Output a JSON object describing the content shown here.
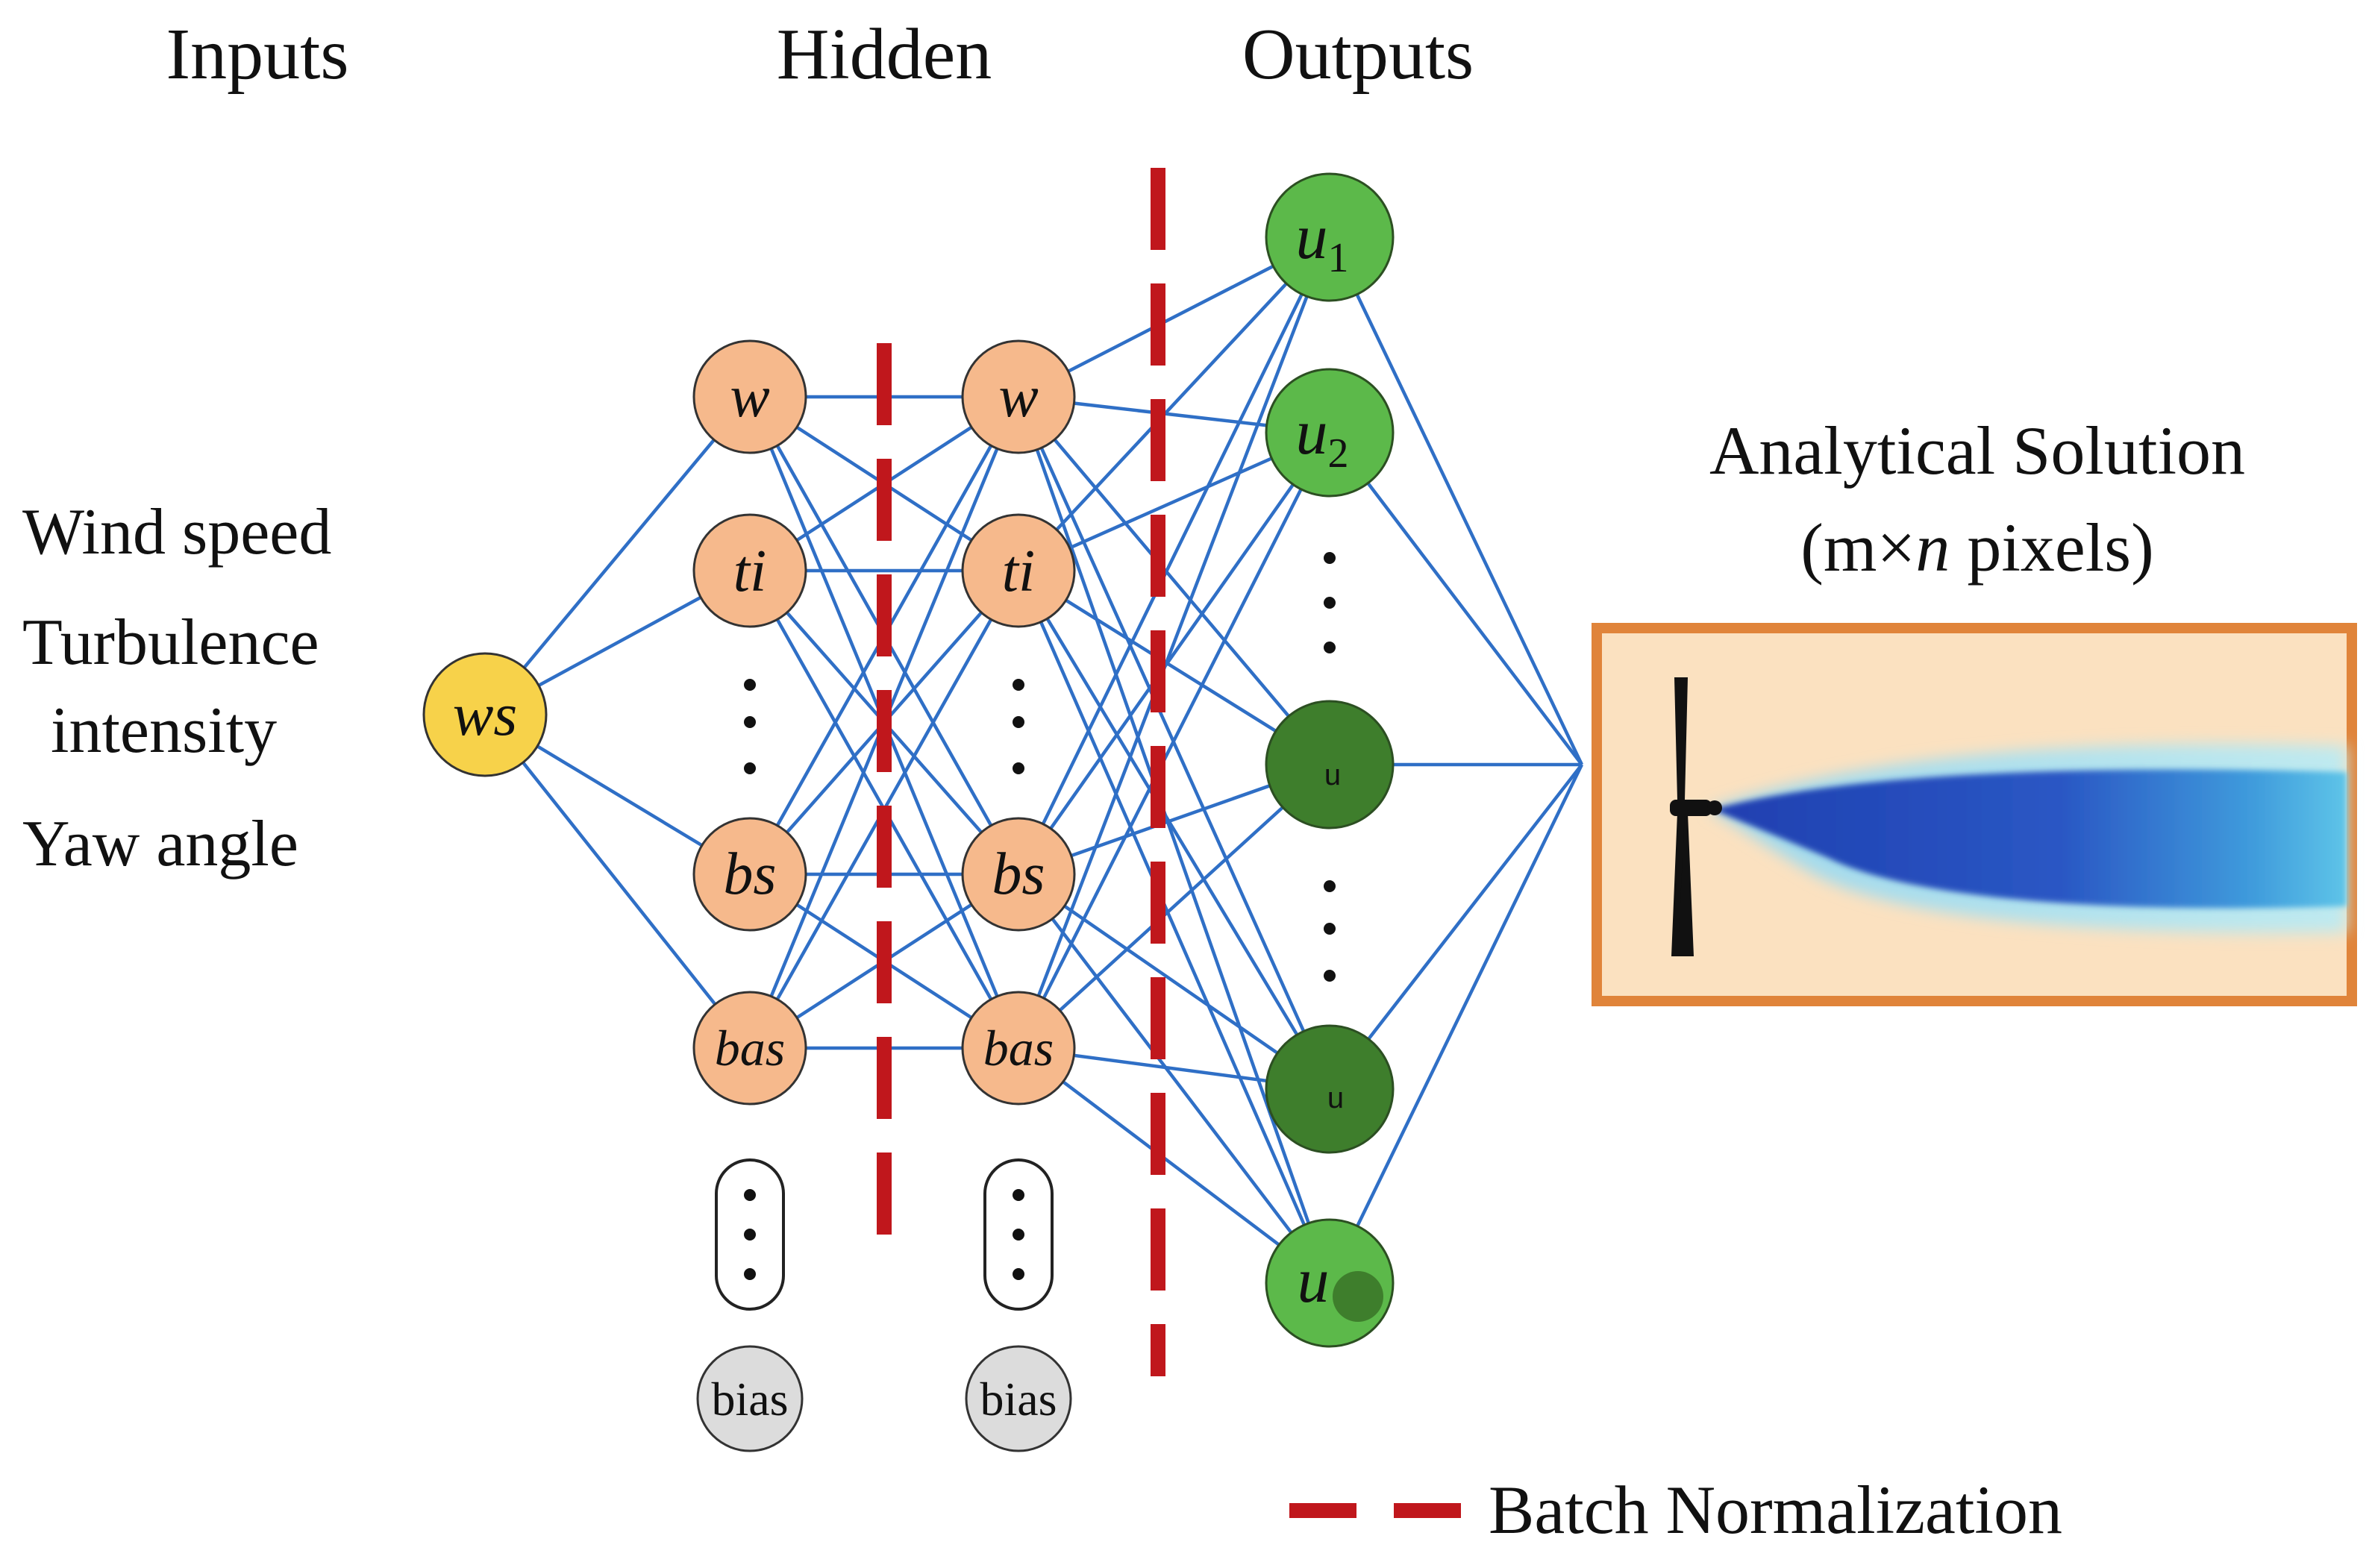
{
  "headers": {
    "inputs": "Inputs",
    "hidden": "Hidden",
    "outputs": "Outputs"
  },
  "input_labels": [
    "Wind speed",
    "Turbulence",
    "intensity",
    "Yaw angle"
  ],
  "input_node": "ws",
  "hidden_nodes": [
    "w",
    "ti",
    "bs",
    "bas"
  ],
  "bias_label": "bias",
  "output_nodes": [
    {
      "main": "u",
      "sub": "1"
    },
    {
      "main": "u",
      "sub": "2"
    },
    {
      "main": "u",
      "sub": ""
    },
    {
      "main": "u",
      "sub": ""
    },
    {
      "main": "u",
      "sub": ""
    }
  ],
  "analytical": {
    "title": "Analytical Solution",
    "subtitle_pre": "(m",
    "subtitle_times": "×",
    "subtitle_n": "n",
    "subtitle_post": " pixels)"
  },
  "legend": {
    "label": "Batch Normalization"
  },
  "colors": {
    "input_fill": "#f7d24a",
    "hidden_fill": "#f6b98c",
    "output_fill": "#5cb94a",
    "output_dark": "#3e7e2c",
    "bias_fill": "#dcdcdc",
    "edge": "#2f6fc6",
    "batchnorm": "#c0171c",
    "frame": "#e0843a",
    "wake_bg": "#fbe1c0"
  }
}
